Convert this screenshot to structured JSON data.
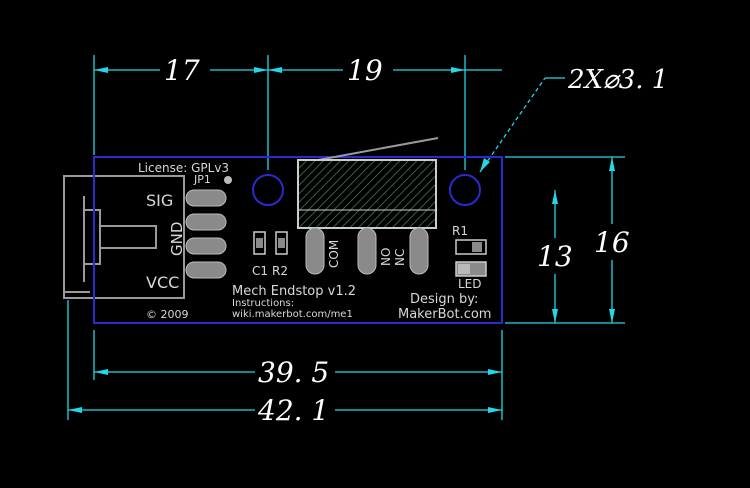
{
  "dimensions": {
    "width_left": "17",
    "width_right": "19",
    "holes": "2X⌀3. 1",
    "height_inner": "13",
    "height_outer": "16",
    "width_inner": "39. 5",
    "width_total": "42. 1"
  },
  "board": {
    "license": "License: GPLv3",
    "jp1": "JP1",
    "pin_sig": "SIG",
    "pin_gnd": "GND",
    "pin_vcc": "VCC",
    "c1": "C1",
    "r2": "R2",
    "com": "COM",
    "no": "NO",
    "nc": "NC",
    "r1": "R1",
    "led": "LED",
    "title": "Mech Endstop v1.2",
    "instructions_label": "Instructions:",
    "instructions_url": "wiki.makerbot.com/me1",
    "design_by": "Design by:",
    "maker": "MakerBot.com",
    "copyright": "© 2009"
  },
  "colors": {
    "background": "#000000",
    "dimension_lines": "#20d8e8",
    "board_outline": "#2a2ad0",
    "copper": "#8a8a8a",
    "switch_hatch": "#3f7a4a"
  }
}
